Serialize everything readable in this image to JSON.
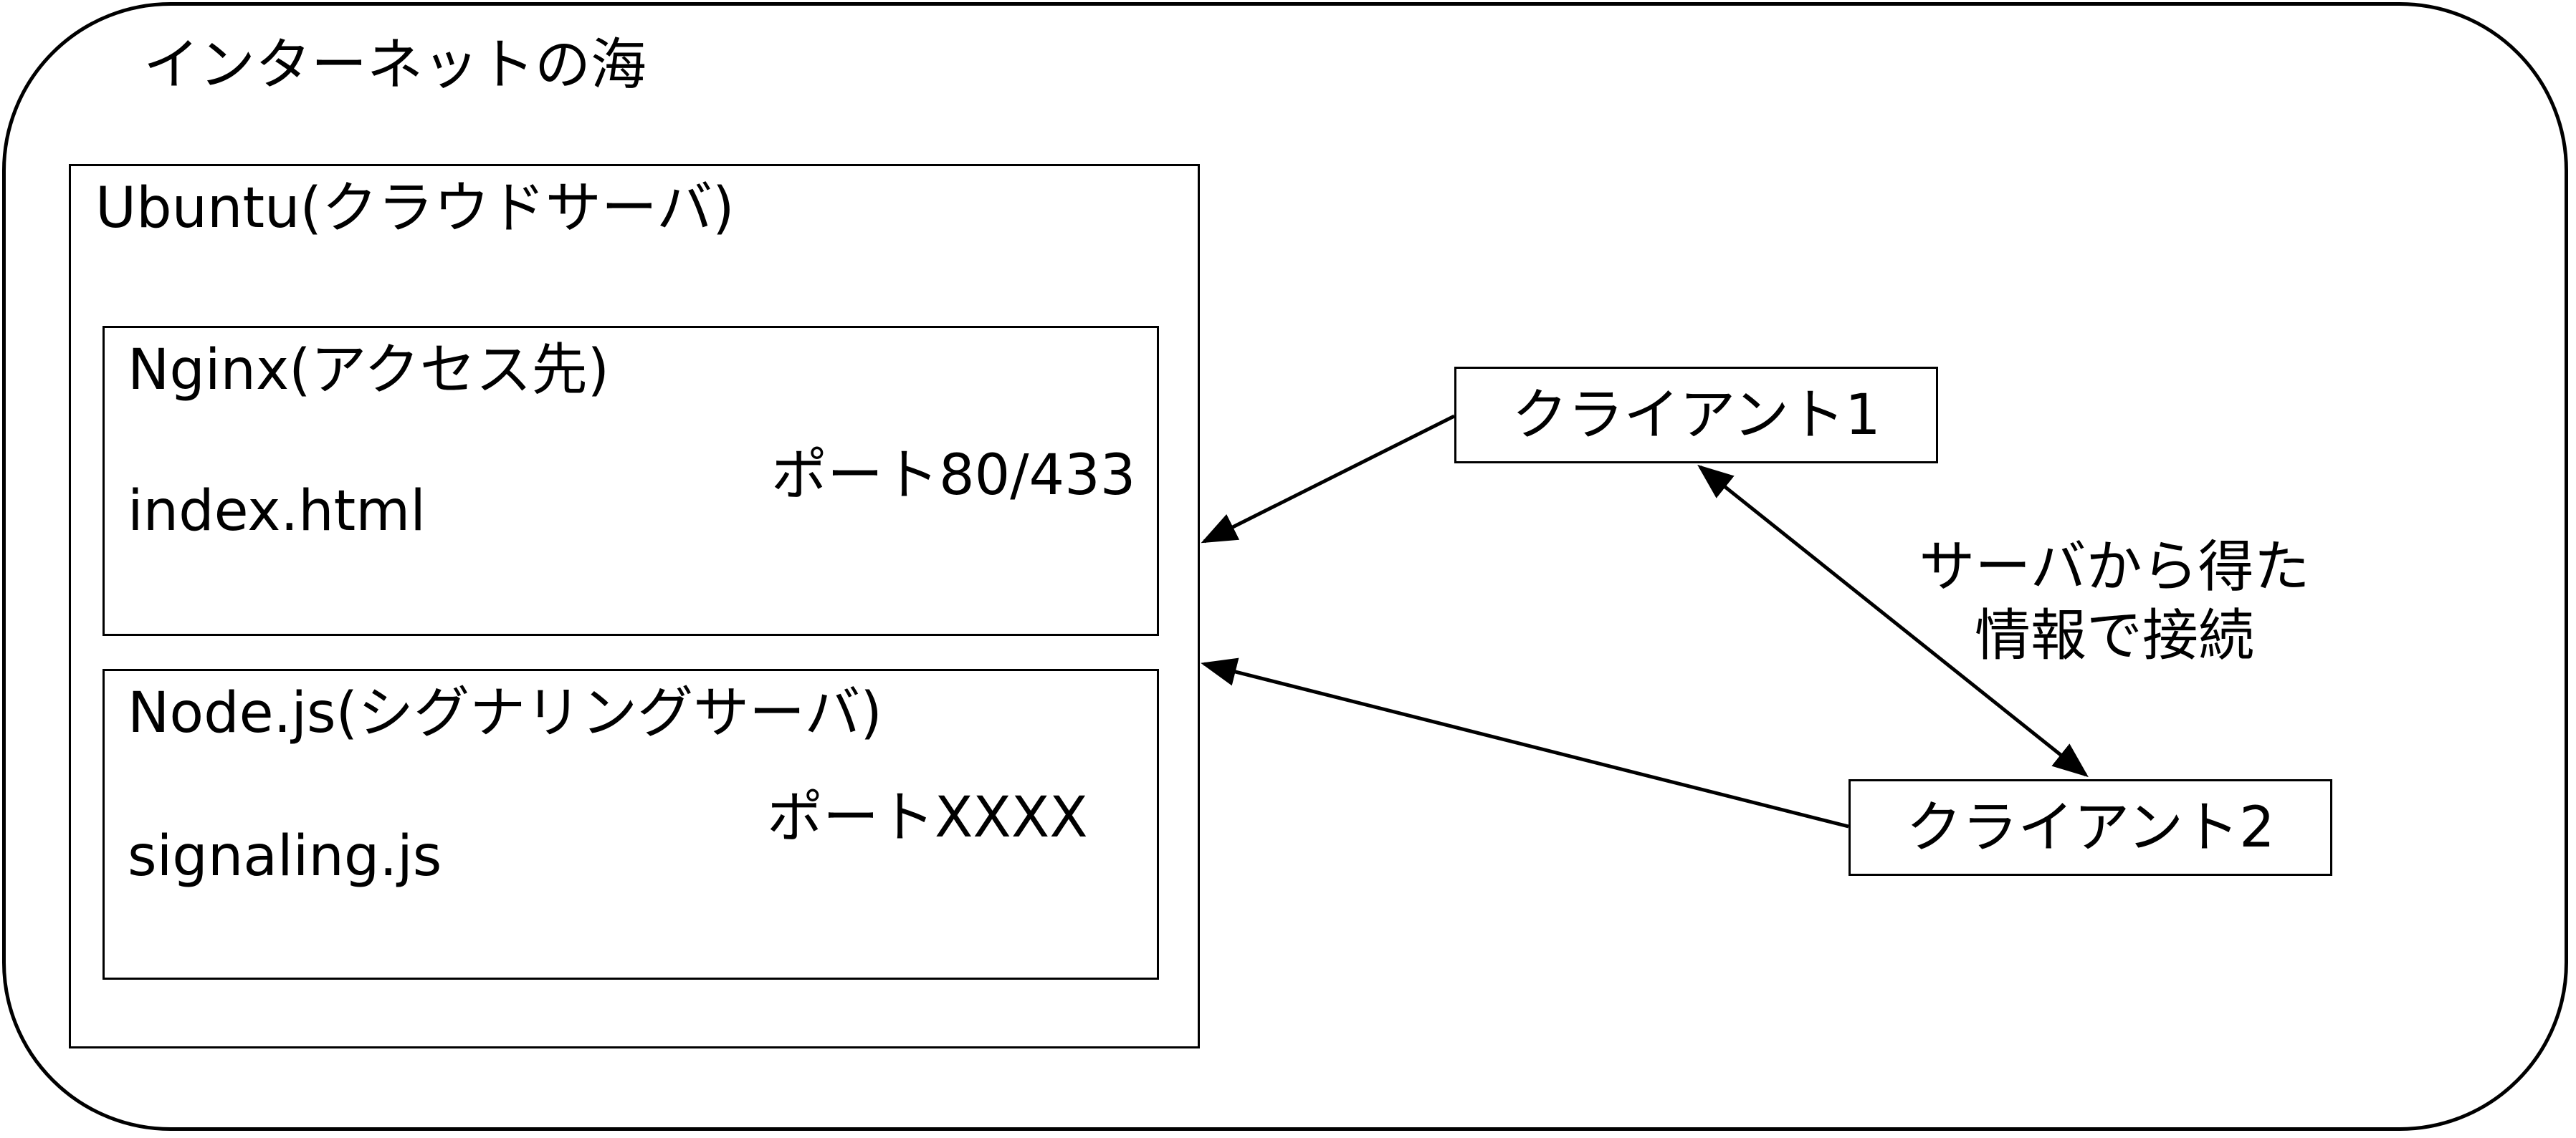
{
  "sea": {
    "title": "インターネットの海"
  },
  "ubuntu": {
    "label": "Ubuntu(クラウドサーバ)"
  },
  "nginx": {
    "label": "Nginx(アクセス先)",
    "port": "ポート80/433",
    "file": "index.html"
  },
  "node": {
    "label": "Node.js(シグナリングサーバ)",
    "port": "ポートXXXX",
    "file": "signaling.js"
  },
  "clients": [
    {
      "label": "クライアント1"
    },
    {
      "label": "クライアント2"
    }
  ],
  "peer_connection": {
    "line1": "サーバから得た",
    "line2": "情報で接続"
  },
  "colors": {
    "line": "#000000",
    "background": "#ffffff"
  }
}
